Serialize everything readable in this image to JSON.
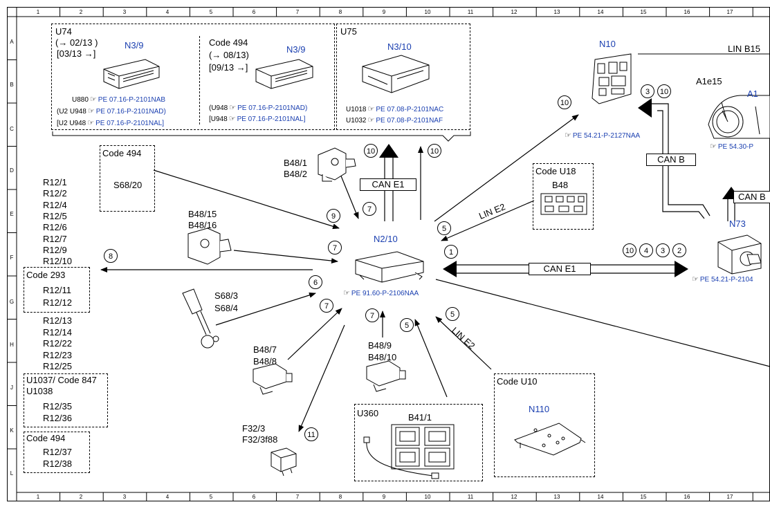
{
  "columns": [
    "1",
    "2",
    "3",
    "4",
    "5",
    "6",
    "7",
    "8",
    "9",
    "10",
    "11",
    "12",
    "13",
    "14",
    "15",
    "16",
    "17"
  ],
  "rows": [
    "A",
    "B",
    "C",
    "D",
    "E",
    "F",
    "G",
    "H",
    "J",
    "K",
    "L"
  ],
  "u74": {
    "title": "U74",
    "date1": "(→ 02/13 )",
    "date2": "[03/13 →]",
    "module": "N3/9",
    "refs": [
      {
        "prefix": "U880",
        "code": "PE 07.16-P-2101NAB"
      },
      {
        "prefix": "(U2  U948",
        "code": "PE 07.16-P-2101NAD)"
      },
      {
        "prefix": "[U2  U948",
        "code": "PE 07.16-P-2101NAL]"
      }
    ]
  },
  "code494_top": {
    "title": "Code 494",
    "date1": "(→ 08/13)",
    "date2": "[09/13 →]",
    "module": "N3/9",
    "refs": [
      {
        "prefix": "(U948",
        "code": "PE 07.16-P-2101NAD)"
      },
      {
        "prefix": "[U948",
        "code": "PE 07.16-P-2101NAL]"
      }
    ]
  },
  "u75": {
    "title": "U75",
    "module": "N3/10",
    "refs": [
      {
        "prefix": "U1018",
        "code": "PE 07.08-P-2101NAC"
      },
      {
        "prefix": "U1032",
        "code": "PE 07.08-P-2101NAF"
      }
    ]
  },
  "n10": {
    "label": "N10",
    "ref": "PE 54.21-P-2127NAA"
  },
  "lin_b15": "LIN B15",
  "a1e15": "A1e15",
  "a1": {
    "label": "A1",
    "ref": "PE 54.30-P"
  },
  "can_b": "CAN B",
  "can_b2": "CAN B",
  "n73": {
    "label": "N73",
    "ref": "PE 54.21-P-2104"
  },
  "can_e1_top": "CAN E1",
  "can_e1_mid": "CAN E1",
  "lin_e2_top": "LIN E2",
  "lin_e2_bottom": "LIN E2",
  "n2_10": {
    "label": "N2/10",
    "ref": "PE 91.60-P-2106NAA"
  },
  "code494_s68": {
    "title": "Code 494",
    "item": "S68/20"
  },
  "b48_1": [
    "B48/1",
    "B48/2"
  ],
  "b48_15": [
    "B48/15",
    "B48/16"
  ],
  "code_u18": {
    "title": "Code U18",
    "item": "B48"
  },
  "r12_group1": [
    "R12/1",
    "R12/2",
    "R12/4",
    "R12/5",
    "R12/6",
    "R12/7",
    "R12/9",
    "R12/10"
  ],
  "code293": {
    "title": "Code 293",
    "items": [
      "R12/11",
      "R12/12"
    ]
  },
  "r12_group2": [
    "R12/13",
    "R12/14",
    "R12/22",
    "R12/23",
    "R12/25"
  ],
  "u1037": {
    "title": "U1037/ Code 847",
    "subtitle": "U1038",
    "items": [
      "R12/35",
      "R12/36"
    ]
  },
  "code494_r12": {
    "title": "Code 494",
    "items": [
      "R12/37",
      "R12/38"
    ]
  },
  "s68_3": [
    "S68/3",
    "S68/4"
  ],
  "b48_7": [
    "B48/7",
    "B48/8"
  ],
  "b48_9": [
    "B48/9",
    "B48/10"
  ],
  "f32": [
    "F32/3",
    "F32/3f88"
  ],
  "u360": {
    "title": "U360",
    "item": "B41/1"
  },
  "code_u10": {
    "title": "Code U10",
    "item": "N110"
  },
  "circles": {
    "c10a": "10",
    "c10b": "10",
    "c10n10": "10",
    "c3": "3",
    "c10c": "10",
    "c9": "9",
    "c7a": "7",
    "c5a": "5",
    "c7b": "7",
    "c8": "8",
    "c1": "1",
    "c6": "6",
    "c7c": "7",
    "c7d": "7",
    "c5b": "5",
    "c5c": "5",
    "c11": "11",
    "r10": "10",
    "r4": "4",
    "r3": "3",
    "r2": "2"
  }
}
